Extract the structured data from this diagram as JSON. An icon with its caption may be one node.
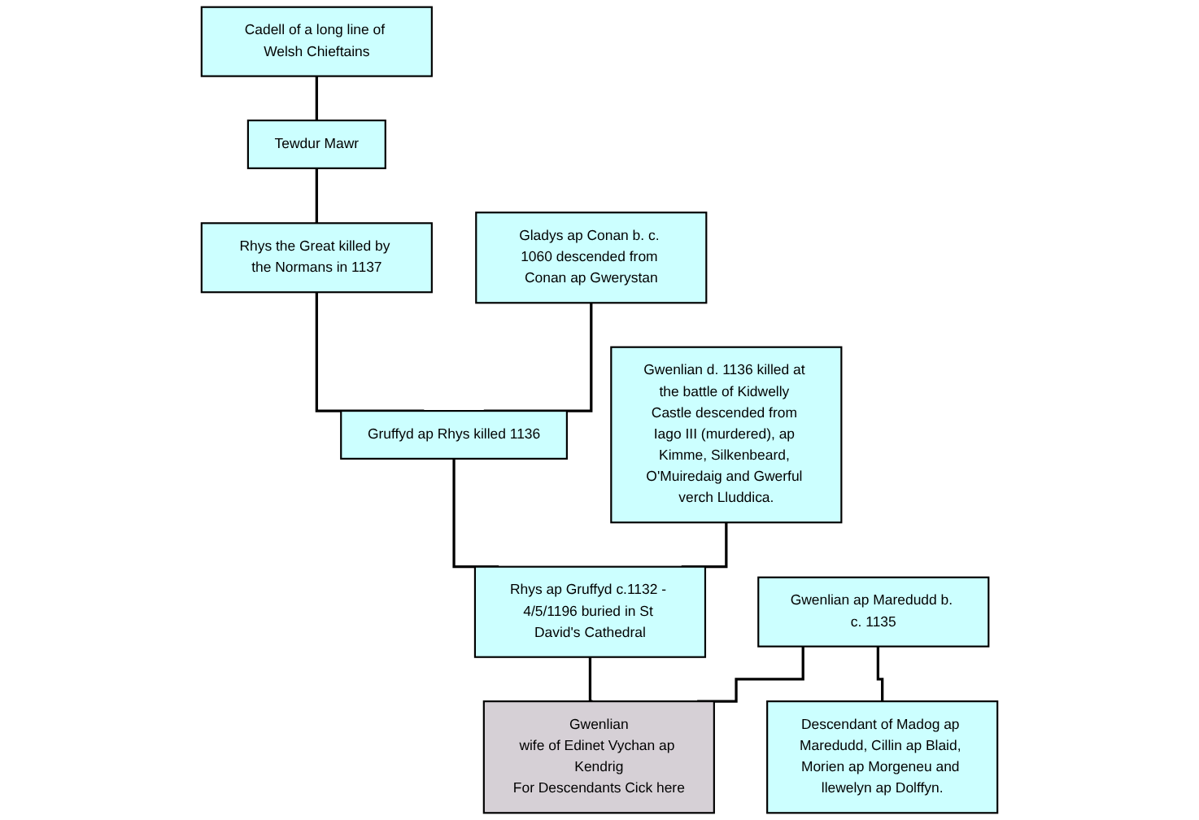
{
  "diagram": {
    "nodes": [
      {
        "text": [
          "Cadell of a long line of Welsh Chieftains"
        ]
      },
      {
        "text": [
          "Tewdur Mawr"
        ]
      },
      {
        "text": [
          "Rhys the Great killed by the Normans in 1137"
        ]
      },
      {
        "text": [
          "Gruffyd ap Rhys killed 1136"
        ]
      },
      {
        "text": [
          "Gladys ap Conan b. c. 1060 descended from Conan ap Gwerystan"
        ]
      },
      {
        "text": [
          "Rhys ap Gruffyd c.1132 - 4/5/1196 buried in St David's Cathedral"
        ]
      },
      {
        "text": [
          "Gwenlian",
          "wife of Edinet Vychan ap Kendrig",
          "For Descendants Cick here"
        ]
      },
      {
        "text": [
          "Gwenlian d. 1136 killed at the battle of Kidwelly Castle descended from Iago III (murdered), ap Kimme, Silkenbeard, O'Muiredaig and Gwerful verch Lluddica."
        ]
      },
      {
        "text": [
          "Gwenlian ap Maredudd b. c. 1135"
        ]
      },
      {
        "text": [
          "Descendant of Madog ap Maredudd, Cillin ap Blaid, Morien ap Morgeneu and llewelyn ap Dolffyn."
        ]
      }
    ],
    "edges": [
      {
        "from": 0,
        "to": 1,
        "arrow": "none"
      },
      {
        "from": 1,
        "to": 2,
        "arrow": "none"
      },
      {
        "from": 2,
        "to": 3,
        "arrow": "none"
      },
      {
        "from": 4,
        "to": 3,
        "arrow": "none"
      },
      {
        "from": 3,
        "to": 5,
        "arrow": "none"
      },
      {
        "from": 7,
        "to": 5,
        "arrow": "none"
      },
      {
        "from": 5,
        "to": 6,
        "arrow": "none"
      },
      {
        "from": 8,
        "to": 6,
        "arrow": "none"
      },
      {
        "from": 8,
        "to": 9,
        "arrow": "none"
      }
    ]
  }
}
